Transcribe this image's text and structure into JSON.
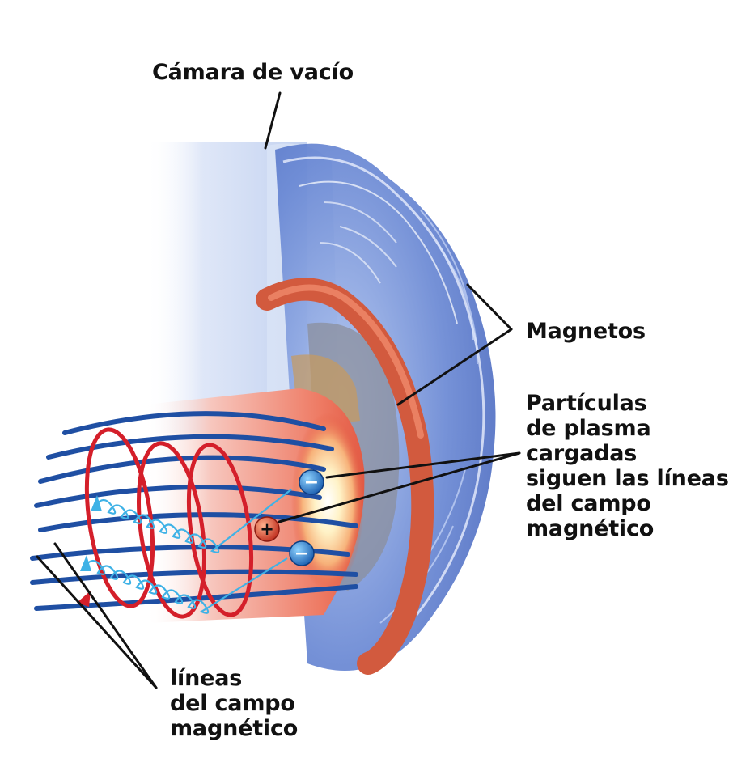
{
  "labels": {
    "vacuum_chamber": "Cámara de vacío",
    "magnets": "Magnetos",
    "particles": [
      "Partículas",
      "de plasma",
      "cargadas",
      "siguen las líneas",
      "del campo",
      "magnético"
    ],
    "field_lines": [
      "líneas",
      "del campo",
      "magnético"
    ]
  },
  "particle_signs": {
    "negative": "−",
    "positive": "+"
  },
  "colors": {
    "field_line_blue": "#1f4fa3",
    "coil_red": "#d41f2a",
    "spiral_cyan": "#3fb2e6",
    "chamber_blue": "#5b7fd0",
    "magnet_orange": "#d86045",
    "plasma_glow": "#ffe9a8"
  }
}
